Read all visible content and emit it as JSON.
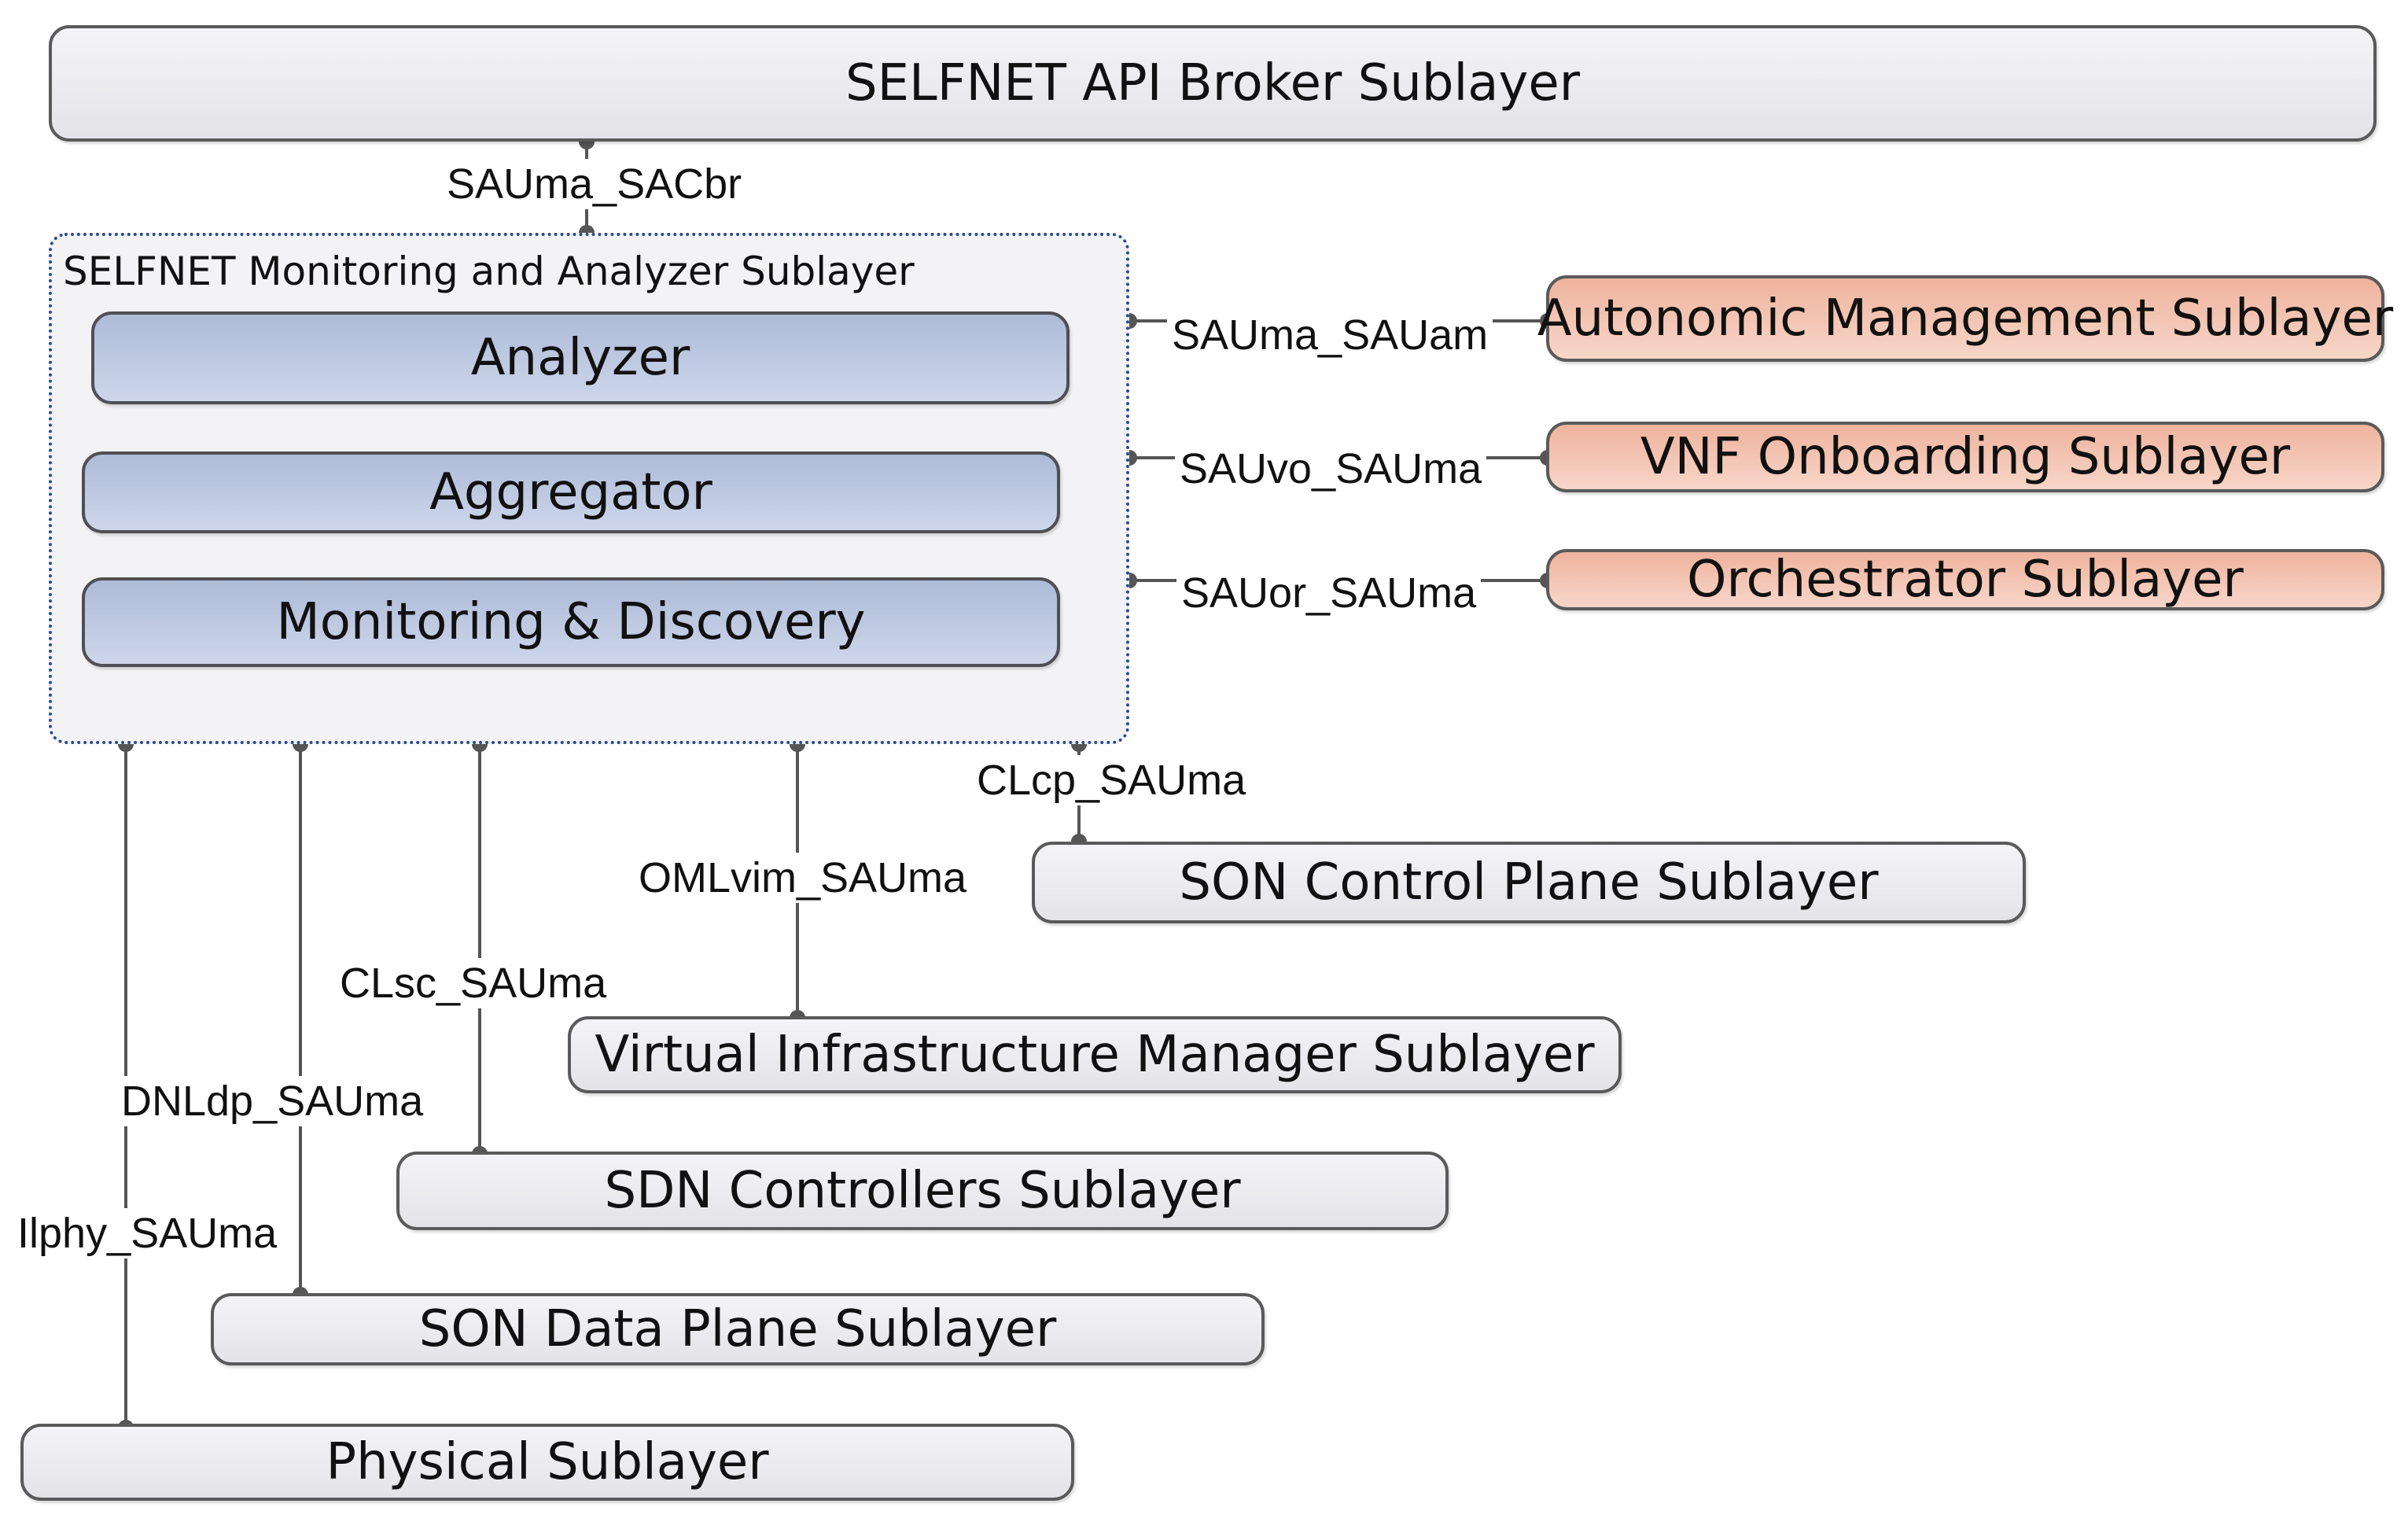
{
  "layers": {
    "api_broker": "SELFNET API Broker Sublayer",
    "monitoring_analyzer": {
      "title": "SELFNET Monitoring and Analyzer Sublayer",
      "components": {
        "analyzer": "Analyzer",
        "aggregator": "Aggregator",
        "monitoring_discovery": "Monitoring & Discovery"
      }
    },
    "autonomic_management": "Autonomic Management Sublayer",
    "vnf_onboarding": "VNF Onboarding Sublayer",
    "orchestrator": "Orchestrator Sublayer",
    "son_control_plane": "SON Control Plane Sublayer",
    "virtual_infrastructure_manager": "Virtual Infrastructure Manager Sublayer",
    "sdn_controllers": "SDN Controllers Sublayer",
    "son_data_plane": "SON Data Plane Sublayer",
    "physical": "Physical Sublayer"
  },
  "interfaces": {
    "sauma_sacbr": "SAUma_SACbr",
    "sauma_sauam": "SAUma_SAUam",
    "sauvo_sauma": "SAUvo_SAUma",
    "sauor_sauma": "SAUor_SAUma",
    "clcp_sauma": "CLcp_SAUma",
    "omlvim_sauma": "OMLvim_SAUma",
    "clsc_sauma": "CLsc_SAUma",
    "dnldp_sauma": "DNLdp_SAUma",
    "ilphy_sauma": "Ilphy_SAUma"
  },
  "colors": {
    "neutral_box": "#e8e8ec",
    "component_box": "#b8c4de",
    "external_box": "#f3c3b1",
    "container_border": "#2b4a8c",
    "line": "#555555"
  }
}
